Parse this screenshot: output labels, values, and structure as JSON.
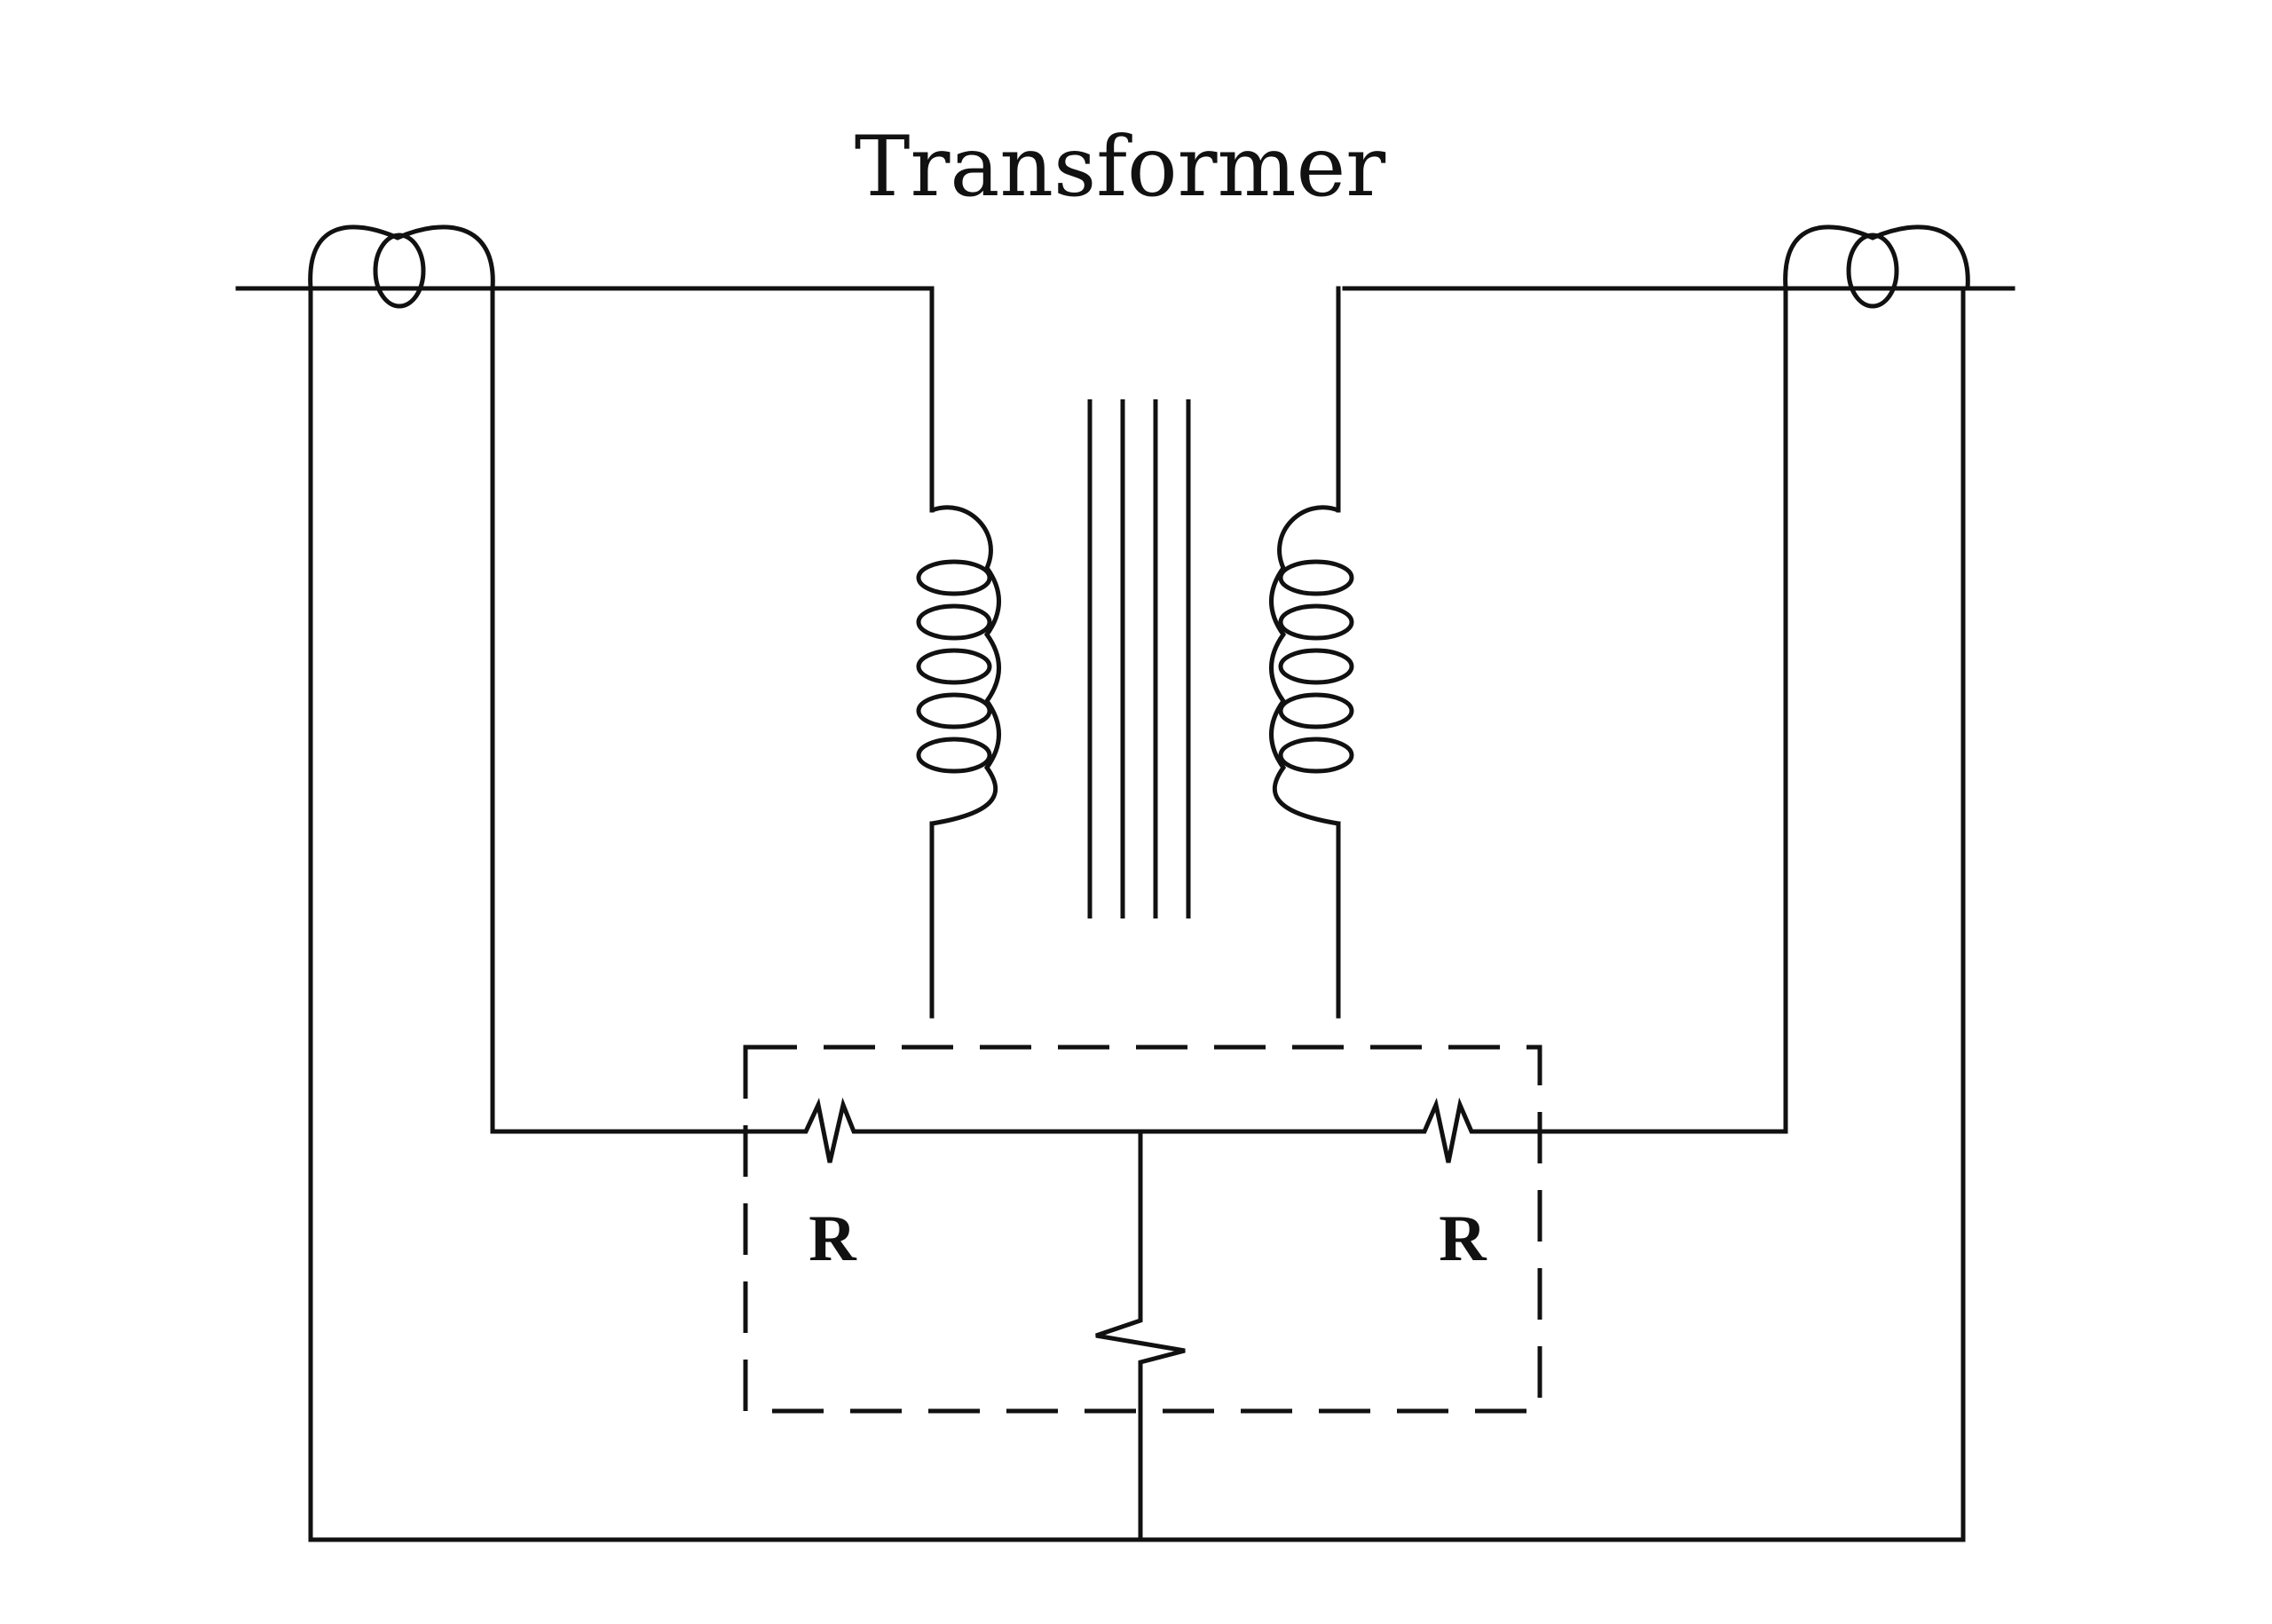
{
  "title": "Transformer",
  "labels": {
    "left_resistor": "R",
    "right_resistor": "R"
  },
  "colors": {
    "line": "#111111",
    "background": "#ffffff"
  }
}
